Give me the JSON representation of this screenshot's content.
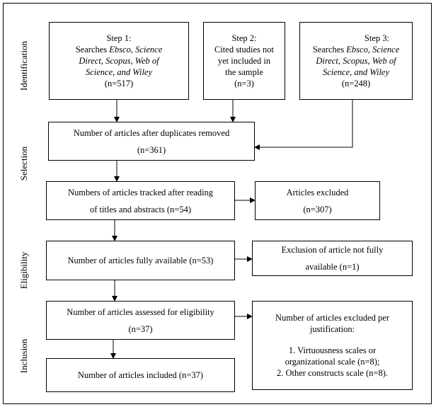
{
  "side_labels": {
    "identification": "Identification",
    "selection": "Selection",
    "eligibility": "Eligibility",
    "inclusion": "Inclusion"
  },
  "boxes": {
    "step1": {
      "line1": "Step 1:",
      "line2_prefix": "Searches ",
      "line2_italic": "Ebsco, Science",
      "line3": "Direct, Scopus, Web of",
      "line4": "Science, and Wiley",
      "line5": "(n=517)"
    },
    "step2": {
      "line1": "Step 2:",
      "line2": "Cited studies not",
      "line3": "yet included in",
      "line4": "the sample",
      "line5": "(n=3)"
    },
    "step3": {
      "line1": "Step 3:",
      "line2_prefix": "Searches ",
      "line2_italic": "Ebsco, Science",
      "line3": "Direct, Scopus, Web of",
      "line4": "Science, and Wiley",
      "line5": "(n=248)"
    },
    "duplicates": {
      "line1": "Number of articles after duplicates removed",
      "line2": "(n=361)"
    },
    "tracked": {
      "line1": "Numbers of articles tracked after reading",
      "line2": "of titles and abstracts (n=54)"
    },
    "excluded1": {
      "line1": "Articles excluded",
      "line2": "(n=307)"
    },
    "available": {
      "line1": "Number of articles fully available (n=53)"
    },
    "excluded2": {
      "line1": "Exclusion of article not fully",
      "line2": "available (n=1)"
    },
    "assessed": {
      "line1": "Number of articles assessed for eligibility",
      "line2": "(n=37)"
    },
    "excluded3": {
      "line1": "Number of articles excluded per",
      "line2": "justification:",
      "line3": "1. Virtuousness scales or",
      "line4": "organizational scale (n=8);",
      "line5": "2. Other constructs scale (n=8)."
    },
    "included": {
      "line1": "Number of articles included (n=37)"
    }
  }
}
